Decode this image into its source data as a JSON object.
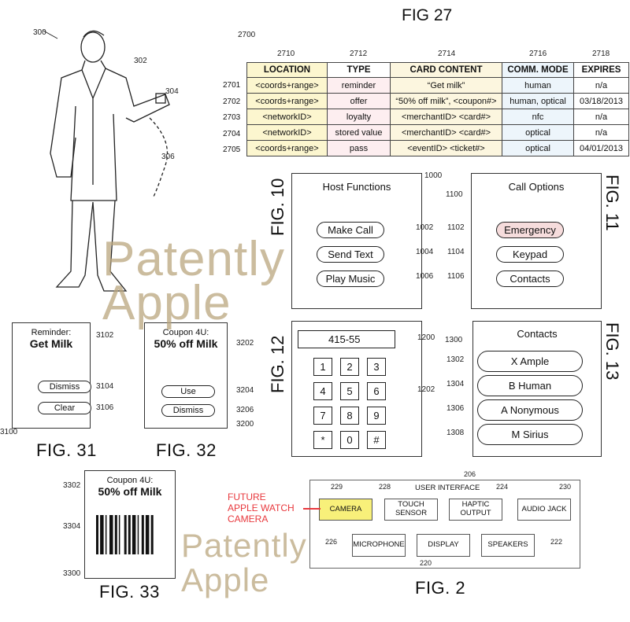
{
  "watermark": "Patently Apple",
  "fig300": {
    "refs": {
      "r300": "300",
      "r302": "302",
      "r304": "304",
      "r306": "306"
    }
  },
  "fig27": {
    "title": "FIG 27",
    "ref": "2700",
    "col_refs": [
      "2710",
      "2712",
      "2714",
      "2716",
      "2718"
    ],
    "headers": [
      "LOCATION",
      "TYPE",
      "CARD CONTENT",
      "COMM. MODE",
      "EXPIRES"
    ],
    "row_refs": [
      "2701",
      "2702",
      "2703",
      "2704",
      "2705"
    ],
    "rows": [
      [
        "<coords+range>",
        "reminder",
        "“Get milk”",
        "human",
        "n/a"
      ],
      [
        "<coords+range>",
        "offer",
        "“50% off milk”, <coupon#>",
        "human, optical",
        "03/18/2013"
      ],
      [
        "<networkID>",
        "loyalty",
        "<merchantID> <card#>",
        "nfc",
        "n/a"
      ],
      [
        "<networkID>",
        "stored value",
        "<merchantID> <card#>",
        "optical",
        "n/a"
      ],
      [
        "<coords+range>",
        "pass",
        "<eventID> <ticket#>",
        "optical",
        "04/01/2013"
      ]
    ]
  },
  "fig10": {
    "label": "FIG. 10",
    "title": "Host Functions",
    "ref": "1000",
    "buttons": [
      {
        "label": "Make Call",
        "ref": "1002"
      },
      {
        "label": "Send Text",
        "ref": "1004"
      },
      {
        "label": "Play Music",
        "ref": "1006"
      }
    ]
  },
  "fig11": {
    "label": "FIG. 11",
    "title": "Call Options",
    "ref": "1100",
    "buttons": [
      {
        "label": "Emergency",
        "ref": "1102"
      },
      {
        "label": "Keypad",
        "ref": "1104"
      },
      {
        "label": "Contacts",
        "ref": "1106"
      }
    ],
    "emergency_color": "#f6dcdc"
  },
  "fig12": {
    "label": "FIG. 12",
    "display": "415-55",
    "ref": "1200",
    "keypad_ref": "1202",
    "keys": [
      "1",
      "2",
      "3",
      "4",
      "5",
      "6",
      "7",
      "8",
      "9",
      "*",
      "0",
      "#"
    ]
  },
  "fig13": {
    "label": "FIG. 13",
    "title": "Contacts",
    "ref": "1300",
    "contacts": [
      {
        "name": "X Ample",
        "ref": "1302"
      },
      {
        "name": "B Human",
        "ref": "1304"
      },
      {
        "name": "A Nonymous",
        "ref": "1306"
      },
      {
        "name": "M Sirius",
        "ref": "1308"
      }
    ]
  },
  "fig31": {
    "label": "FIG. 31",
    "heading": "Reminder:",
    "title": "Get Milk",
    "ref": "3100",
    "title_ref": "3102",
    "buttons": [
      {
        "label": "Dismiss",
        "ref": "3104"
      },
      {
        "label": "Clear",
        "ref": "3106"
      }
    ]
  },
  "fig32": {
    "label": "FIG. 32",
    "heading": "Coupon 4U:",
    "title": "50% off Milk",
    "ref": "3200",
    "title_ref": "3202",
    "buttons": [
      {
        "label": "Use",
        "ref": "3204"
      },
      {
        "label": "Dismiss",
        "ref": "3206"
      }
    ]
  },
  "fig33": {
    "label": "FIG. 33",
    "heading": "Coupon 4U:",
    "title": "50% off Milk",
    "title_ref": "3302",
    "barcode_ref": "3304",
    "ref": "3300"
  },
  "fig2": {
    "label": "FIG. 2",
    "title": "USER INTERFACE",
    "ref": "206",
    "bottom_ref": "220",
    "components": [
      {
        "label": "CAMERA",
        "ref": "229"
      },
      {
        "label": "TOUCH SENSOR",
        "ref": "228"
      },
      {
        "label": "HAPTIC OUTPUT",
        "ref": "224"
      },
      {
        "label": "AUDIO JACK",
        "ref": "230"
      },
      {
        "label": "MICROPHONE",
        "ref": "226"
      },
      {
        "label": "DISPLAY",
        "ref": ""
      },
      {
        "label": "SPEAKERS",
        "ref": "222"
      }
    ],
    "annotation": [
      "FUTURE",
      "APPLE WATCH",
      "CAMERA"
    ],
    "annotation_color": "#e8383d",
    "highlight_color": "#f8f07a"
  }
}
